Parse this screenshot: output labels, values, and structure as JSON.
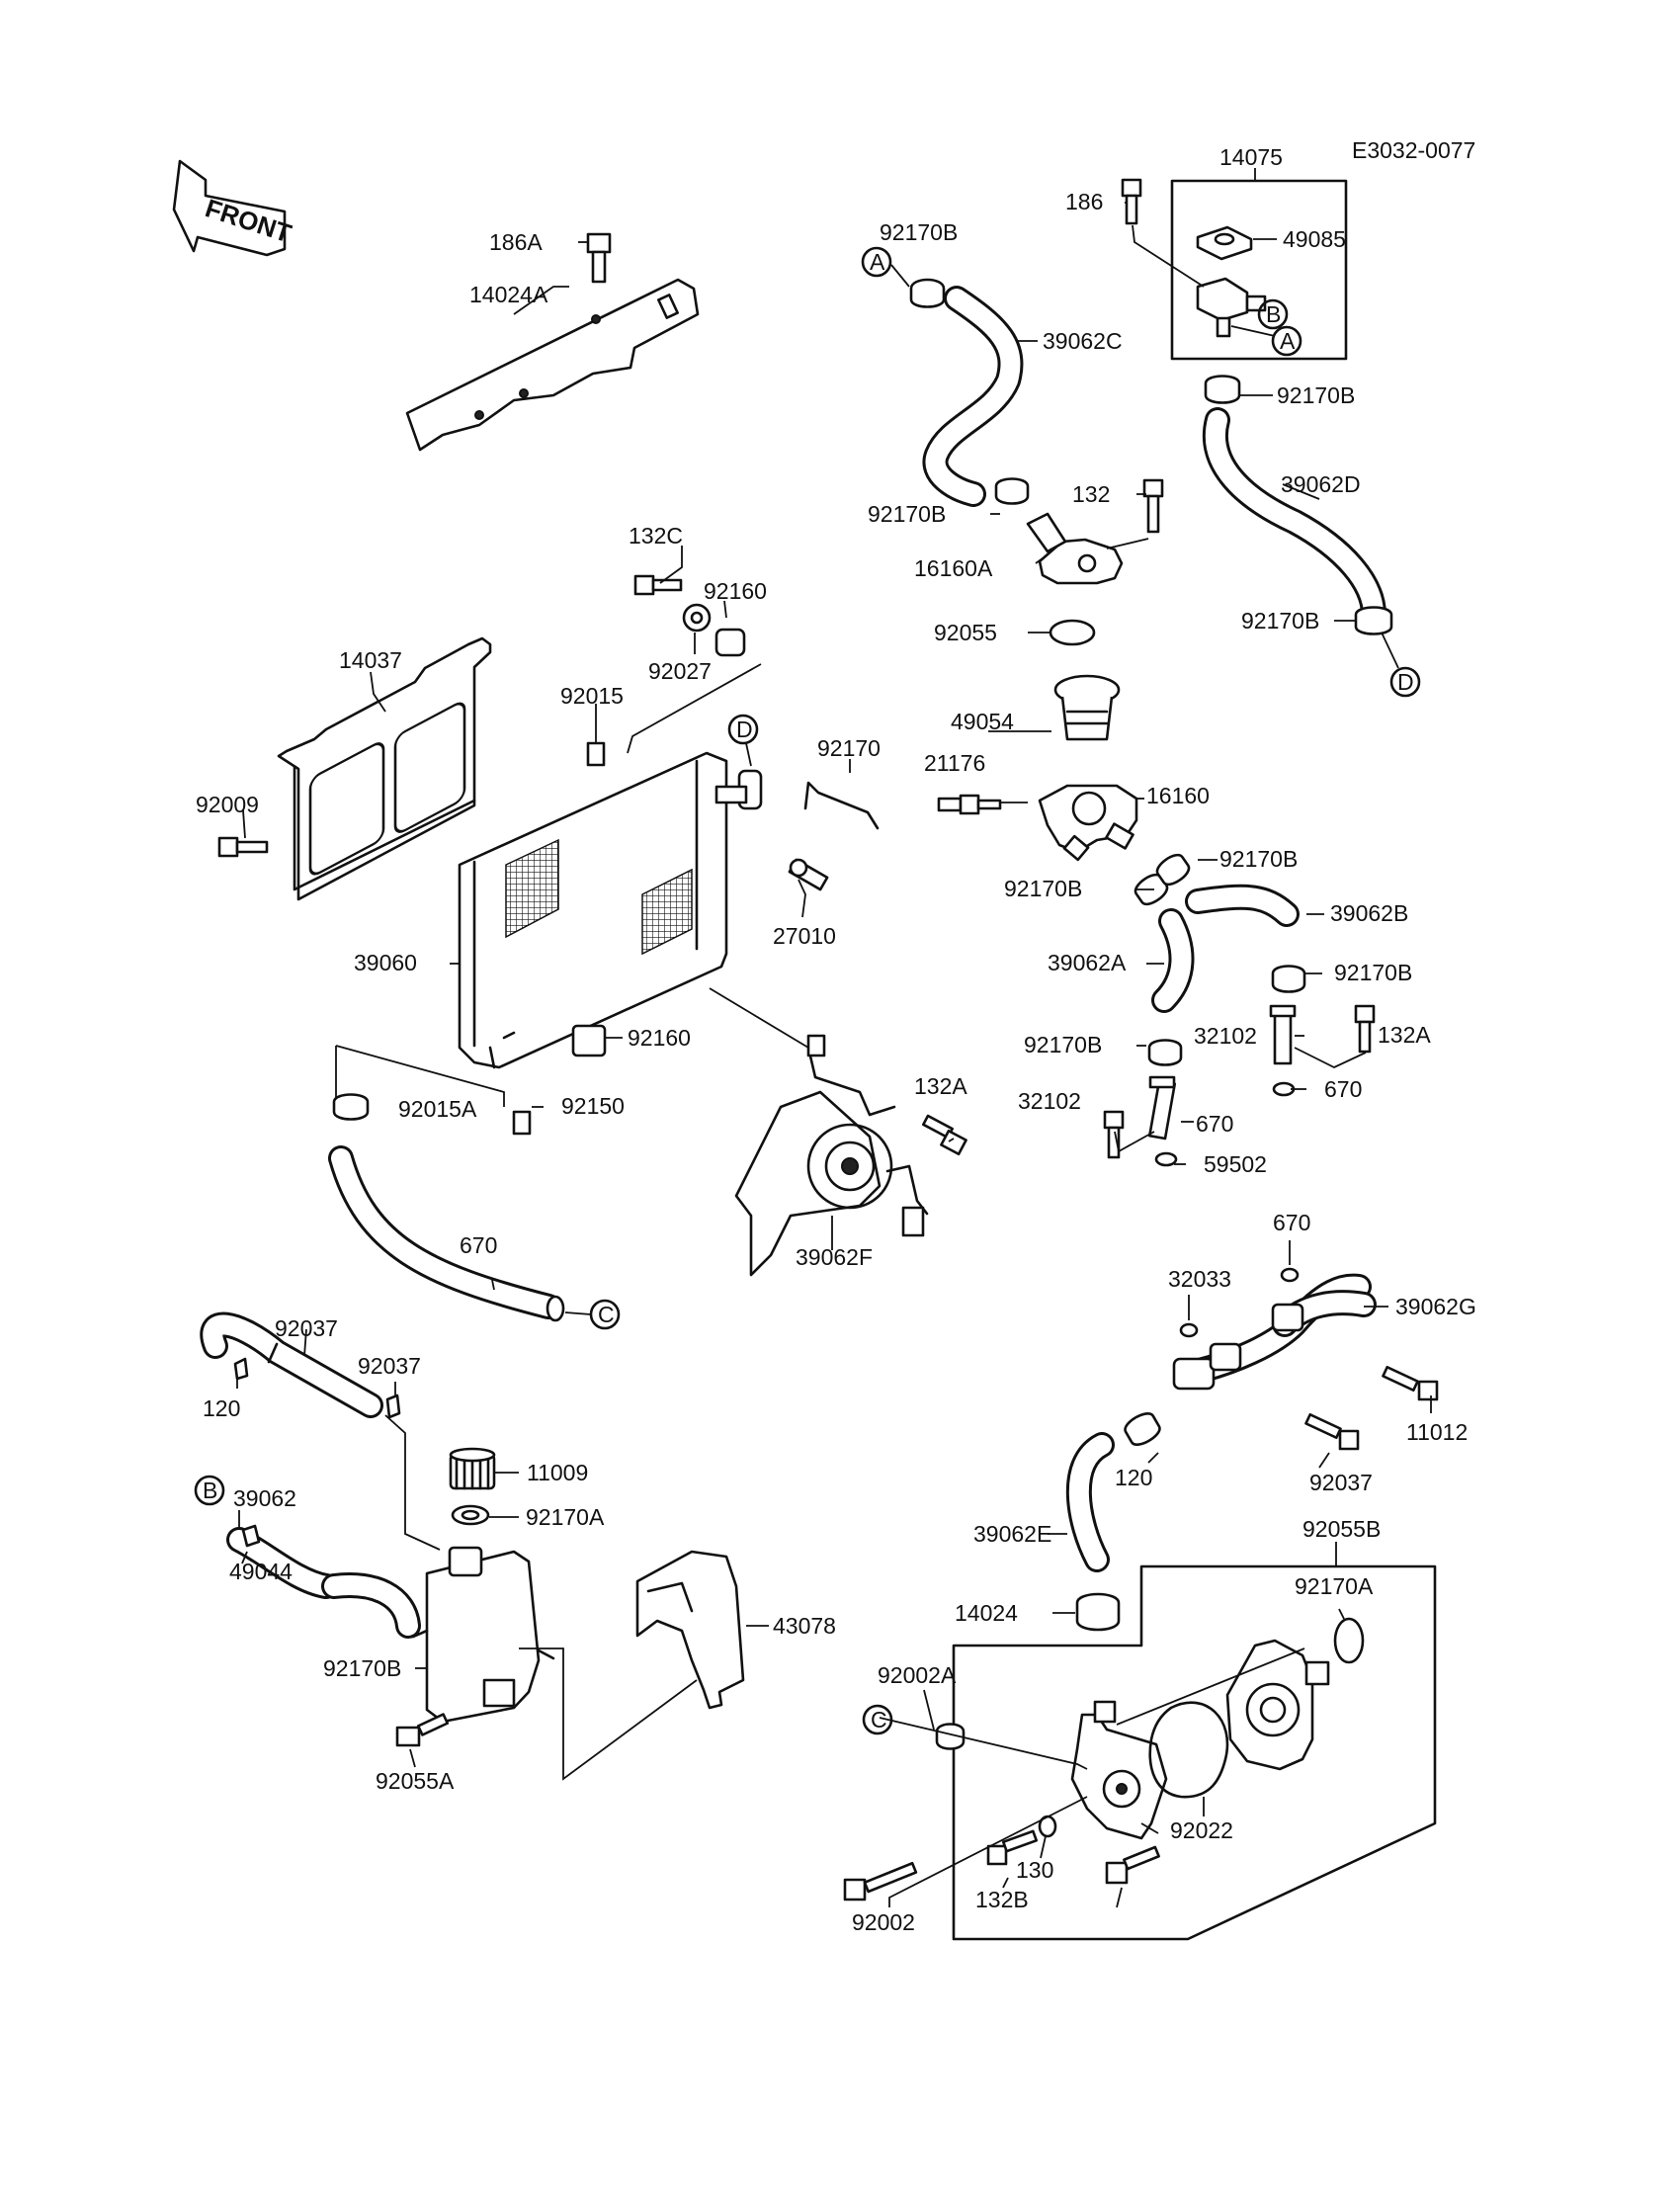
{
  "header": {
    "code": "E3032-0077",
    "front_label": "FRONT"
  },
  "diagram": {
    "callout_letters": [
      "A",
      "A",
      "B",
      "B",
      "C",
      "C",
      "D",
      "D"
    ],
    "part_labels": [
      "14075",
      "186",
      "49085",
      "92170B",
      "39062C",
      "92170B",
      "39062D",
      "132",
      "92170B",
      "16160A",
      "92055",
      "92170B",
      "186A",
      "14024A",
      "132C",
      "92160",
      "92027",
      "14037",
      "92015",
      "92009",
      "92170",
      "49054",
      "21176",
      "16160",
      "27010",
      "92170B",
      "92170B",
      "39062B",
      "39062A",
      "39060",
      "92160",
      "92170B",
      "32102",
      "132A",
      "670",
      "92170B",
      "92015A",
      "92150",
      "132A",
      "32102",
      "670",
      "59502",
      "39062F",
      "670",
      "670",
      "32033",
      "39062G",
      "92037",
      "92037",
      "120",
      "11012",
      "11009",
      "92170A",
      "120",
      "92037",
      "39062",
      "39062E",
      "49044",
      "92055B",
      "92170A",
      "14024",
      "43078",
      "92170B",
      "92002A",
      "92055A",
      "92022",
      "130",
      "132B",
      "92002"
    ]
  },
  "colors": {
    "ink": "#111111",
    "paper": "#ffffff"
  }
}
